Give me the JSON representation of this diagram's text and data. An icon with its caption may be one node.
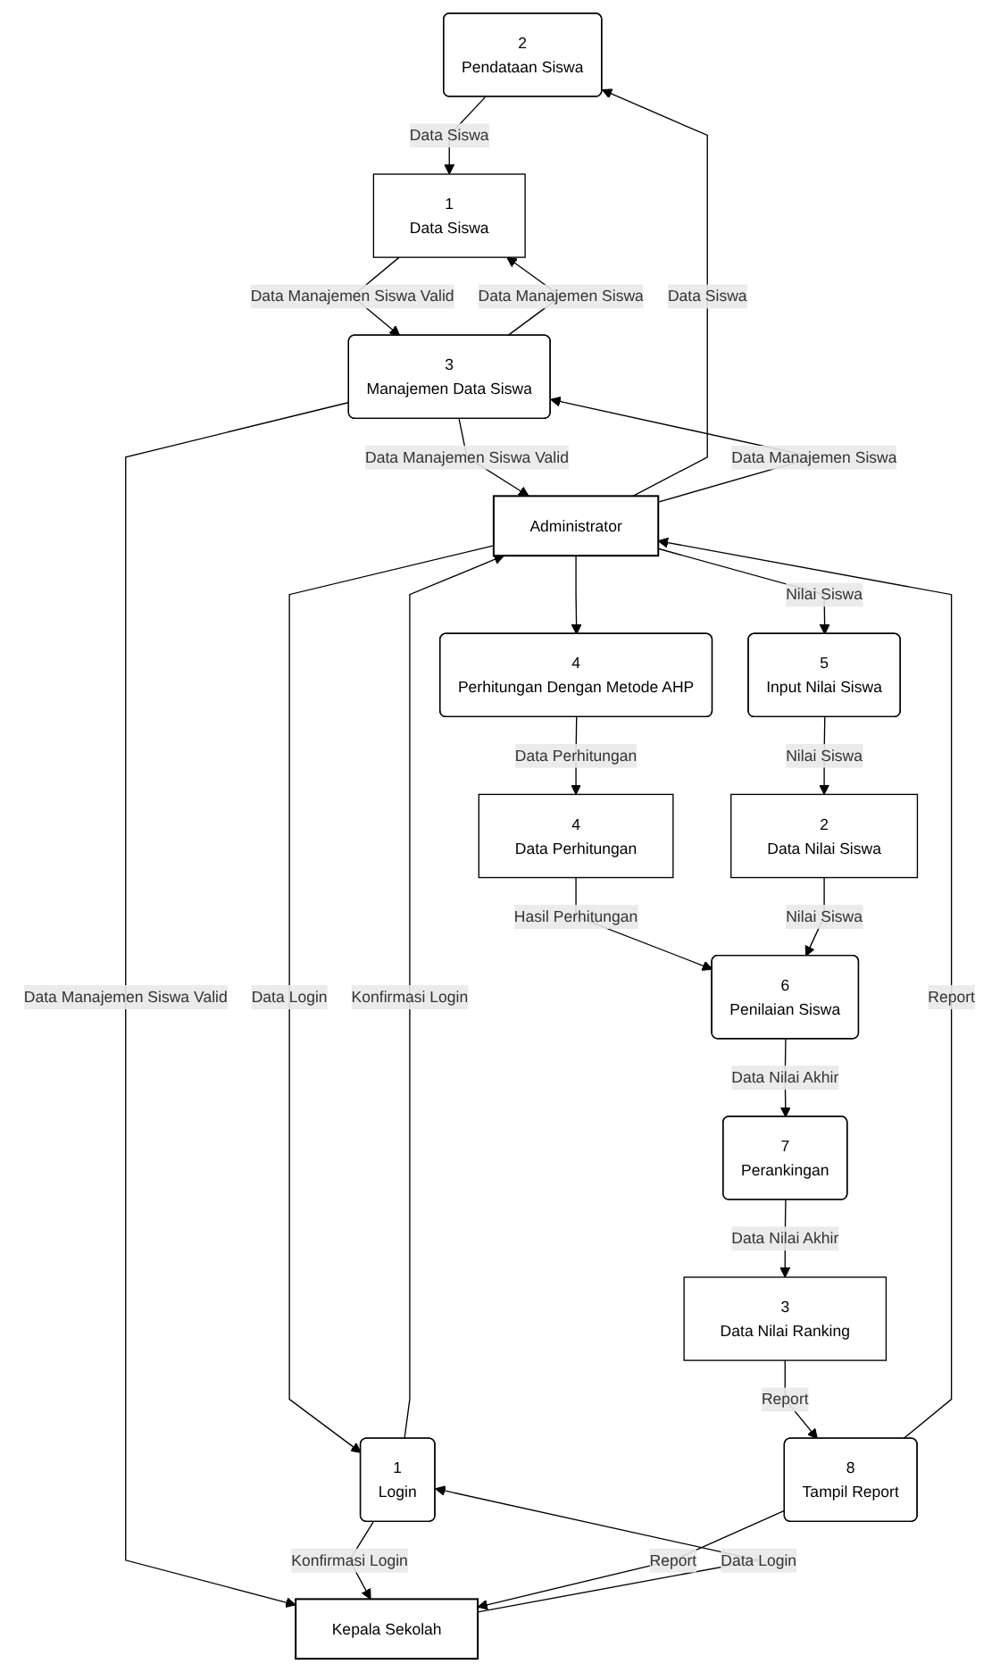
{
  "diagram": {
    "nodes": [
      {
        "text": [
          "2",
          "Pendataan Siswa"
        ]
      },
      {
        "text": [
          "1",
          "Data Siswa"
        ]
      },
      {
        "text": [
          "3",
          "Manajemen Data Siswa"
        ]
      },
      {
        "text": [
          "Administrator"
        ]
      },
      {
        "text": [
          "1",
          "Login"
        ]
      },
      {
        "text": [
          "4",
          "Perhitungan Dengan Metode AHP"
        ]
      },
      {
        "text": [
          "4",
          "Data Perhitungan"
        ]
      },
      {
        "text": [
          "Kepala Sekolah"
        ]
      },
      {
        "text": [
          "5",
          "Input Nilai Siswa"
        ]
      },
      {
        "text": [
          "6",
          "Penilaian Siswa"
        ]
      },
      {
        "text": [
          "7",
          "Perankingan"
        ]
      },
      {
        "text": [
          "2",
          "Data Nilai Siswa"
        ]
      },
      {
        "text": [
          "8",
          "Tampil Report"
        ]
      },
      {
        "text": [
          "3",
          "Data Nilai Ranking"
        ]
      }
    ],
    "edges": [
      {
        "from": 0,
        "to": 1,
        "arrow": "to",
        "label": "Data Siswa"
      },
      {
        "from": 3,
        "to": 0,
        "arrow": "to",
        "label": "Data Siswa"
      },
      {
        "from": 2,
        "to": 1,
        "arrow": "to",
        "label": "Data Manajemen Siswa"
      },
      {
        "from": 1,
        "to": 2,
        "arrow": "to",
        "label": "Data Manajemen Siswa Valid"
      },
      {
        "from": 3,
        "to": 2,
        "arrow": "to",
        "label": "Data Manajemen Siswa"
      },
      {
        "from": 2,
        "to": 3,
        "arrow": "to",
        "label": "Data Manajemen Siswa Valid"
      },
      {
        "from": 2,
        "to": 7,
        "arrow": "to",
        "label": "Data Manajemen Siswa Valid"
      },
      {
        "from": 4,
        "to": 3,
        "arrow": "to",
        "label": "Konfirmasi Login"
      },
      {
        "from": 3,
        "to": 4,
        "arrow": "to",
        "label": "Data Login"
      },
      {
        "from": 3,
        "to": 5,
        "arrow": "to"
      },
      {
        "from": 3,
        "to": 8,
        "arrow": "to",
        "label": "Nilai Siswa"
      },
      {
        "from": 5,
        "to": 6,
        "arrow": "to",
        "label": "Data Perhitungan"
      },
      {
        "from": 4,
        "to": 7,
        "arrow": "to",
        "label": "Konfirmasi Login"
      },
      {
        "from": 7,
        "to": 4,
        "arrow": "to",
        "label": "Data Login"
      },
      {
        "from": 6,
        "to": 9,
        "arrow": "to",
        "label": "Hasil Perhitungan"
      },
      {
        "from": 8,
        "to": 11,
        "arrow": "to",
        "label": "Nilai Siswa"
      },
      {
        "from": 11,
        "to": 9,
        "arrow": "to",
        "label": "Nilai Siswa"
      },
      {
        "from": 9,
        "to": 10,
        "arrow": "to",
        "label": "Data Nilai Akhir"
      },
      {
        "from": 10,
        "to": 13,
        "arrow": "to",
        "label": "Data Nilai Akhir"
      },
      {
        "from": 13,
        "to": 12,
        "arrow": "to",
        "label": "Report"
      },
      {
        "from": 12,
        "to": 7,
        "arrow": "to",
        "label": "Report"
      },
      {
        "from": 12,
        "to": 3,
        "arrow": "to",
        "label": "Report"
      }
    ]
  }
}
